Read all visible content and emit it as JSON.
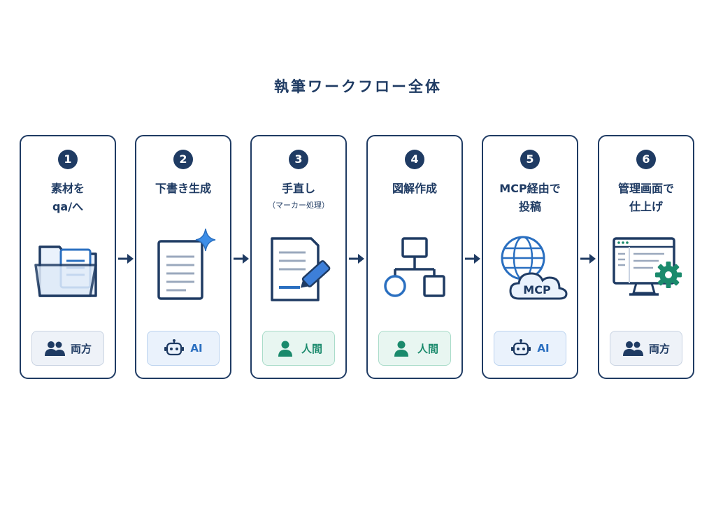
{
  "title": "執筆ワークフロー全体",
  "steps": [
    {
      "number": "1",
      "label": "素材を\nqa/へ",
      "sublabel": "",
      "icon": "folder-document-icon",
      "role_type": "both",
      "role_label": "両方",
      "role_icon": "people-icon"
    },
    {
      "number": "2",
      "label": "下書き生成",
      "sublabel": "",
      "icon": "document-sparkle-icon",
      "role_type": "ai",
      "role_label": "AI",
      "role_icon": "robot-icon"
    },
    {
      "number": "3",
      "label": "手直し",
      "sublabel": "（マーカー処理）",
      "icon": "document-marker-icon",
      "role_type": "human",
      "role_label": "人間",
      "role_icon": "person-icon"
    },
    {
      "number": "4",
      "label": "図解作成",
      "sublabel": "",
      "icon": "flowchart-icon",
      "role_type": "human",
      "role_label": "人間",
      "role_icon": "person-icon"
    },
    {
      "number": "5",
      "label": "MCP経由で\n投稿",
      "sublabel": "",
      "icon": "globe-cloud-icon",
      "cloud_text": "MCP",
      "role_type": "ai",
      "role_label": "AI",
      "role_icon": "robot-icon"
    },
    {
      "number": "6",
      "label": "管理画面で\n仕上げ",
      "sublabel": "",
      "icon": "monitor-gear-icon",
      "role_type": "both",
      "role_label": "両方",
      "role_icon": "people-icon"
    }
  ],
  "colors": {
    "navy": "#1f3b63",
    "ai_blue": "#2a6fc0",
    "human_teal": "#1a8a6c"
  }
}
